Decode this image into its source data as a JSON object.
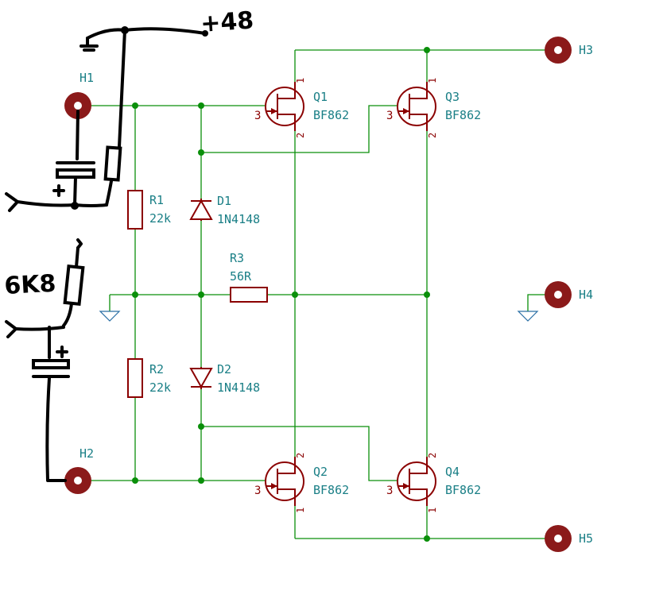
{
  "headers": {
    "h1": "H1",
    "h2": "H2",
    "h3": "H3",
    "h4": "H4",
    "h5": "H5"
  },
  "resistors": {
    "r1": {
      "ref": "R1",
      "value": "22k"
    },
    "r2": {
      "ref": "R2",
      "value": "22k"
    },
    "r3": {
      "ref": "R3",
      "value": "56R"
    }
  },
  "diodes": {
    "d1": {
      "ref": "D1",
      "value": "1N4148"
    },
    "d2": {
      "ref": "D2",
      "value": "1N4148"
    }
  },
  "transistors": {
    "q1": {
      "ref": "Q1",
      "value": "BF862"
    },
    "q2": {
      "ref": "Q2",
      "value": "BF862"
    },
    "q3": {
      "ref": "Q3",
      "value": "BF862"
    },
    "q4": {
      "ref": "Q4",
      "value": "BF862"
    }
  },
  "pins": {
    "p1": "1",
    "p2": "2",
    "p3": "3"
  },
  "handwritten": {
    "supply": "+48",
    "resistor": "6K8",
    "cap_plus": "+"
  },
  "colors": {
    "wire": "#0a8f0a",
    "component": "#8b0000",
    "label": "#1a7f86",
    "ground": "#2a6fa5",
    "handwriting": "#000000"
  }
}
